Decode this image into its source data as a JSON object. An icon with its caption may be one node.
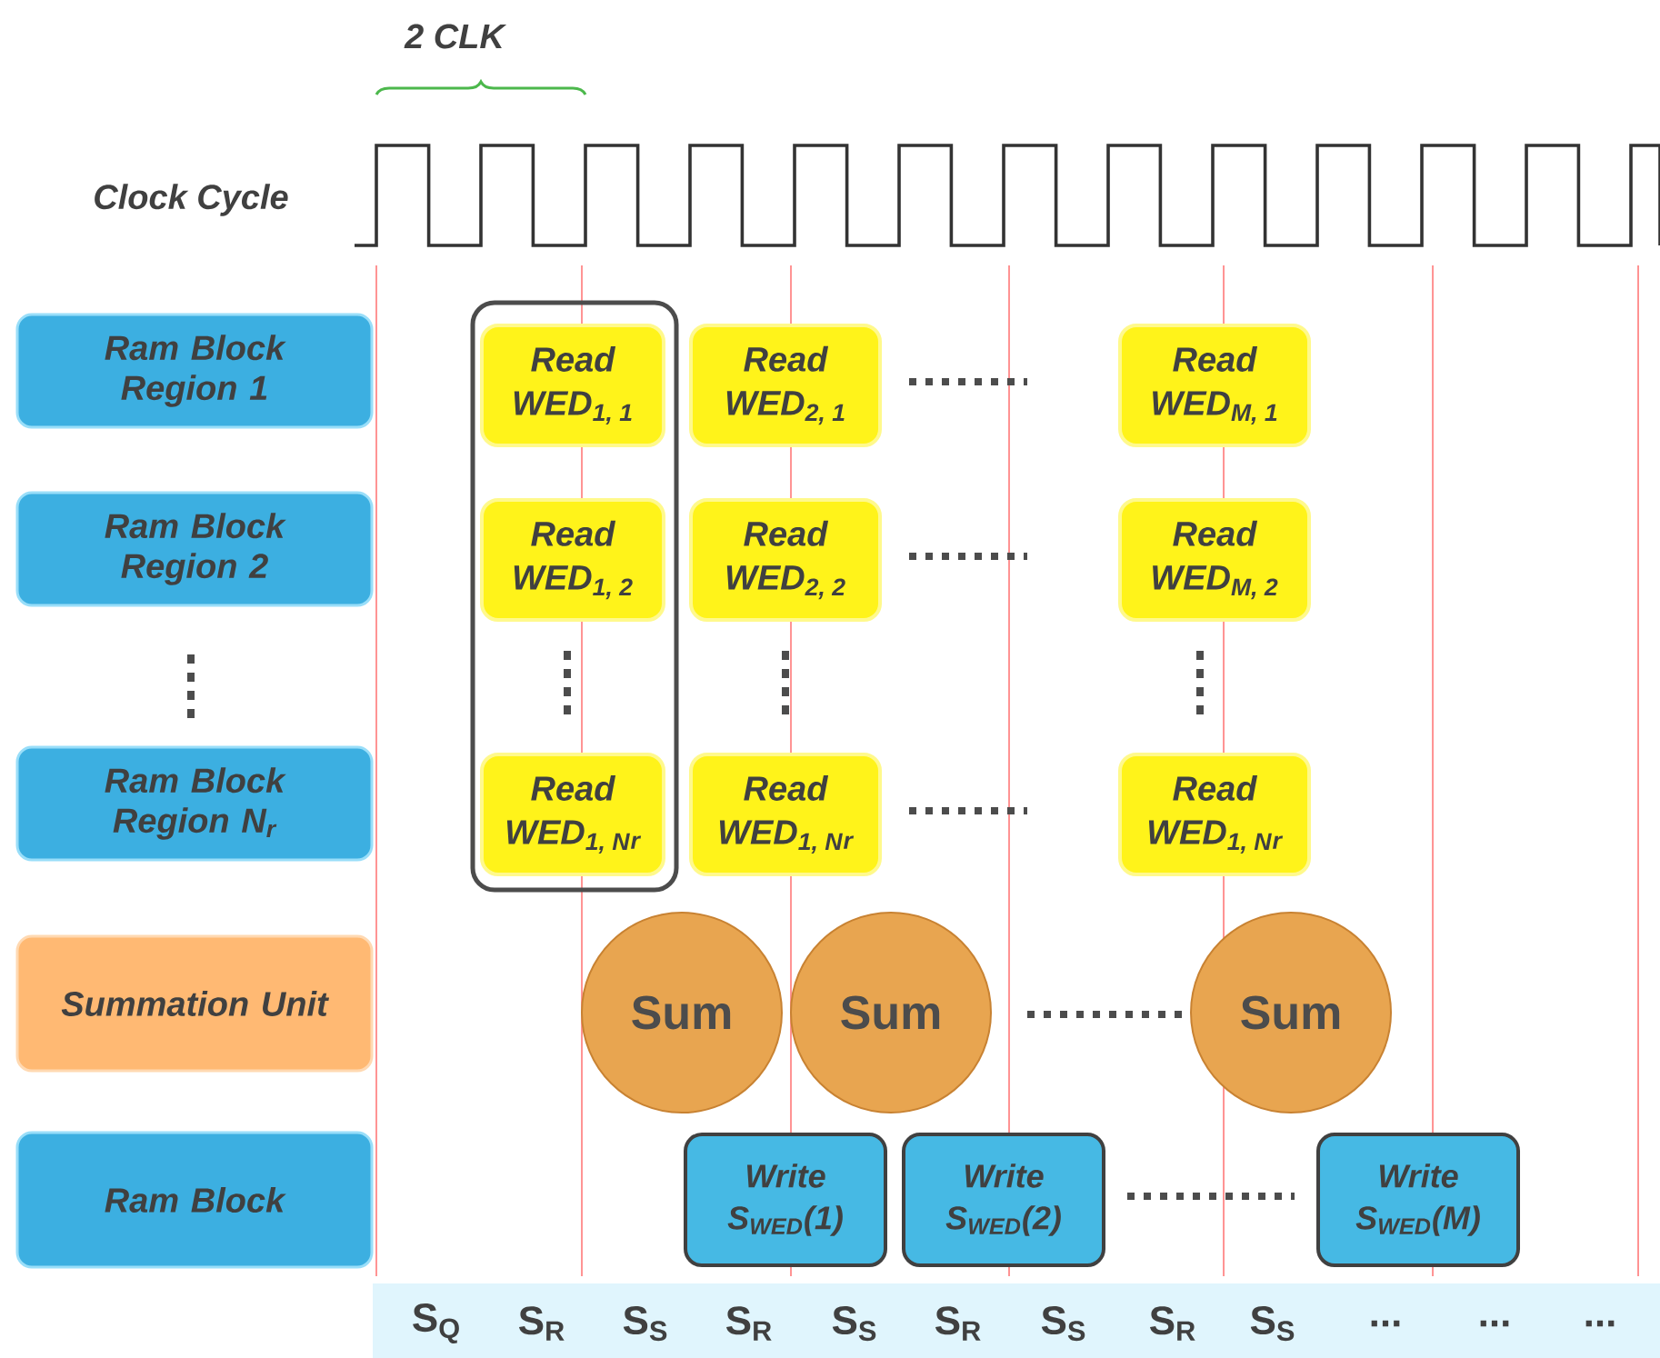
{
  "diagram": {
    "nodes": [
      {
        "text": [
          "Ram Block Region 1"
        ]
      },
      {
        "text": [],
        "shape": "box"
      },
      {
        "text": [
          "Read",
          "WED$_{1, 1}$"
        ],
        "in": 1
      },
      {
        "text": [
          "Read",
          "WED$_{2, 1}$"
        ]
      },
      {
        "text": [
          "Read",
          "WED$_{M, 1}$"
        ]
      },
      {
        "text": [
          "Ram Block Region 2"
        ]
      },
      {
        "text": [
          "Read",
          "WED$_{1, 2}$"
        ],
        "in": 1
      },
      {
        "text": [
          "Read",
          "WED$_{2, 2}$"
        ]
      },
      {
        "text": [
          "Read",
          "WED$_{M, 2}$"
        ]
      },
      {
        "text": [
          "Ram Block Region N$_{r}$"
        ]
      },
      {
        "text": [
          "Read",
          "WED$_{1, N}$$_{r}$"
        ],
        "in": 1
      },
      {
        "text": [
          "Read",
          "WED$_{1, N}$$_{r}$"
        ]
      },
      {
        "text": [
          "Read",
          "WED$_{1, N}$$_{r}$"
        ]
      },
      {
        "text": [
          "Summation Unit"
        ]
      },
      {
        "text": [
          "Sum"
        ]
      },
      {
        "text": [
          "Sum"
        ]
      },
      {
        "text": [
          "Sum"
        ]
      },
      {
        "text": [
          "Ram Block"
        ]
      },
      {
        "text": [
          "Write",
          "S$_{WED}$(1)"
        ]
      },
      {
        "text": [
          "Write",
          "S$_{WED}$(2)"
        ]
      },
      {
        "text": [
          "Write",
          "S$_{WED}$(M)"
        ]
      }
    ],
    "labels": [
      "2 CLK",
      "Clock Cycle",
      "S$_{Q}$",
      "S$_{R}$",
      "S$_{S}$",
      "S$_{R}$",
      "S$_{S}$",
      "S$_{R}$",
      "S$_{S}$",
      "S$_{R}$",
      "S$_{S}$",
      "...",
      "...",
      "..."
    ]
  }
}
